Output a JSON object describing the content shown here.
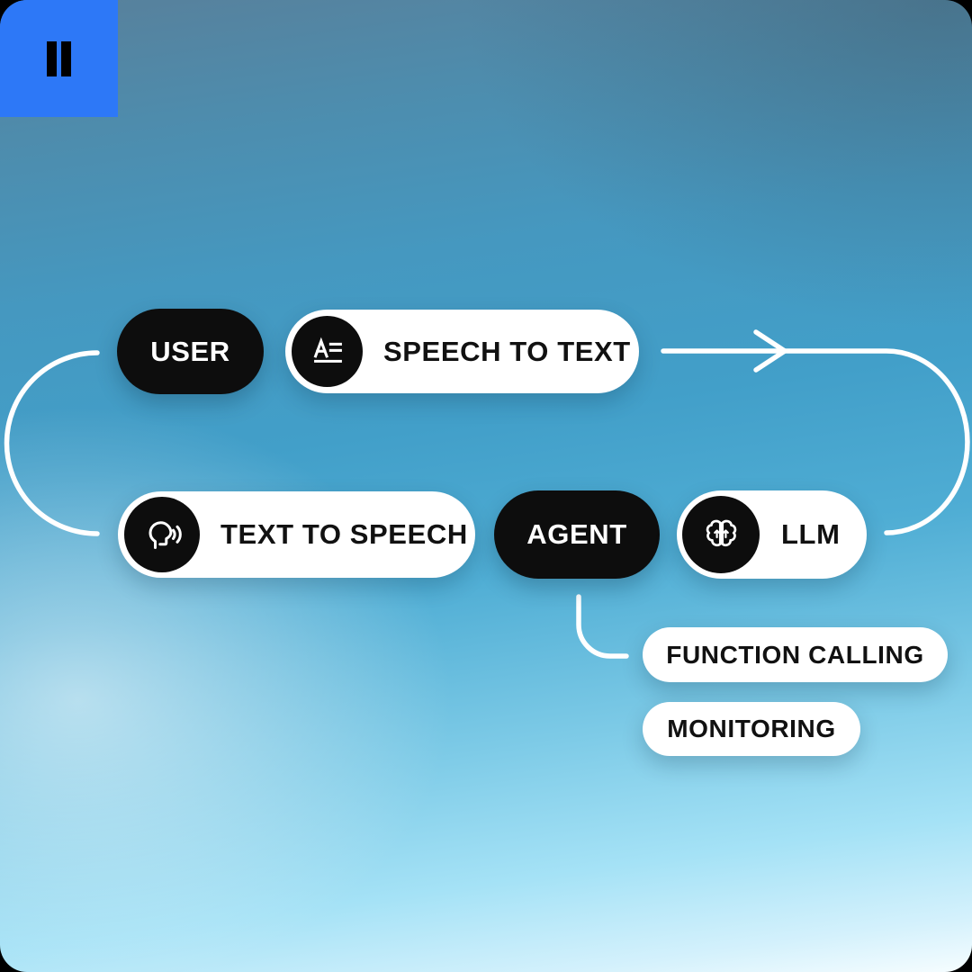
{
  "player": {
    "pause_button": {
      "icon": "pause-icon"
    }
  },
  "diagram": {
    "nodes": {
      "user": {
        "label": "USER",
        "style": "black"
      },
      "speech_to_text": {
        "label": "SPEECH TO TEXT",
        "style": "white",
        "icon": "transcript-icon"
      },
      "text_to_speech": {
        "label": "TEXT TO SPEECH",
        "style": "white",
        "icon": "speaking-head-icon"
      },
      "agent": {
        "label": "AGENT",
        "style": "black"
      },
      "llm": {
        "label": "LLM",
        "style": "white",
        "icon": "brain-icon"
      },
      "function_calling": {
        "label": "FUNCTION CALLING",
        "style": "white"
      },
      "monitoring": {
        "label": "MONITORING",
        "style": "white"
      }
    },
    "connectors": [
      {
        "from": "user",
        "to": "text_to_speech",
        "shape": "left-semicircle"
      },
      {
        "from": "speech_to_text",
        "to": "llm",
        "shape": "right-arrow-loop"
      },
      {
        "from": "agent",
        "to": "function_calling",
        "shape": "down-right-elbow"
      }
    ]
  },
  "colors": {
    "accent_blue": "#2d78f7",
    "pill_black": "#0d0d0d",
    "pill_white": "#ffffff",
    "connector_white": "#ffffff",
    "text_on_black": "#ffffff",
    "text_on_white": "#111111",
    "background_top": "#58809b",
    "background_mid": "#42a0c9",
    "background_bottom": "#f6fdff"
  }
}
